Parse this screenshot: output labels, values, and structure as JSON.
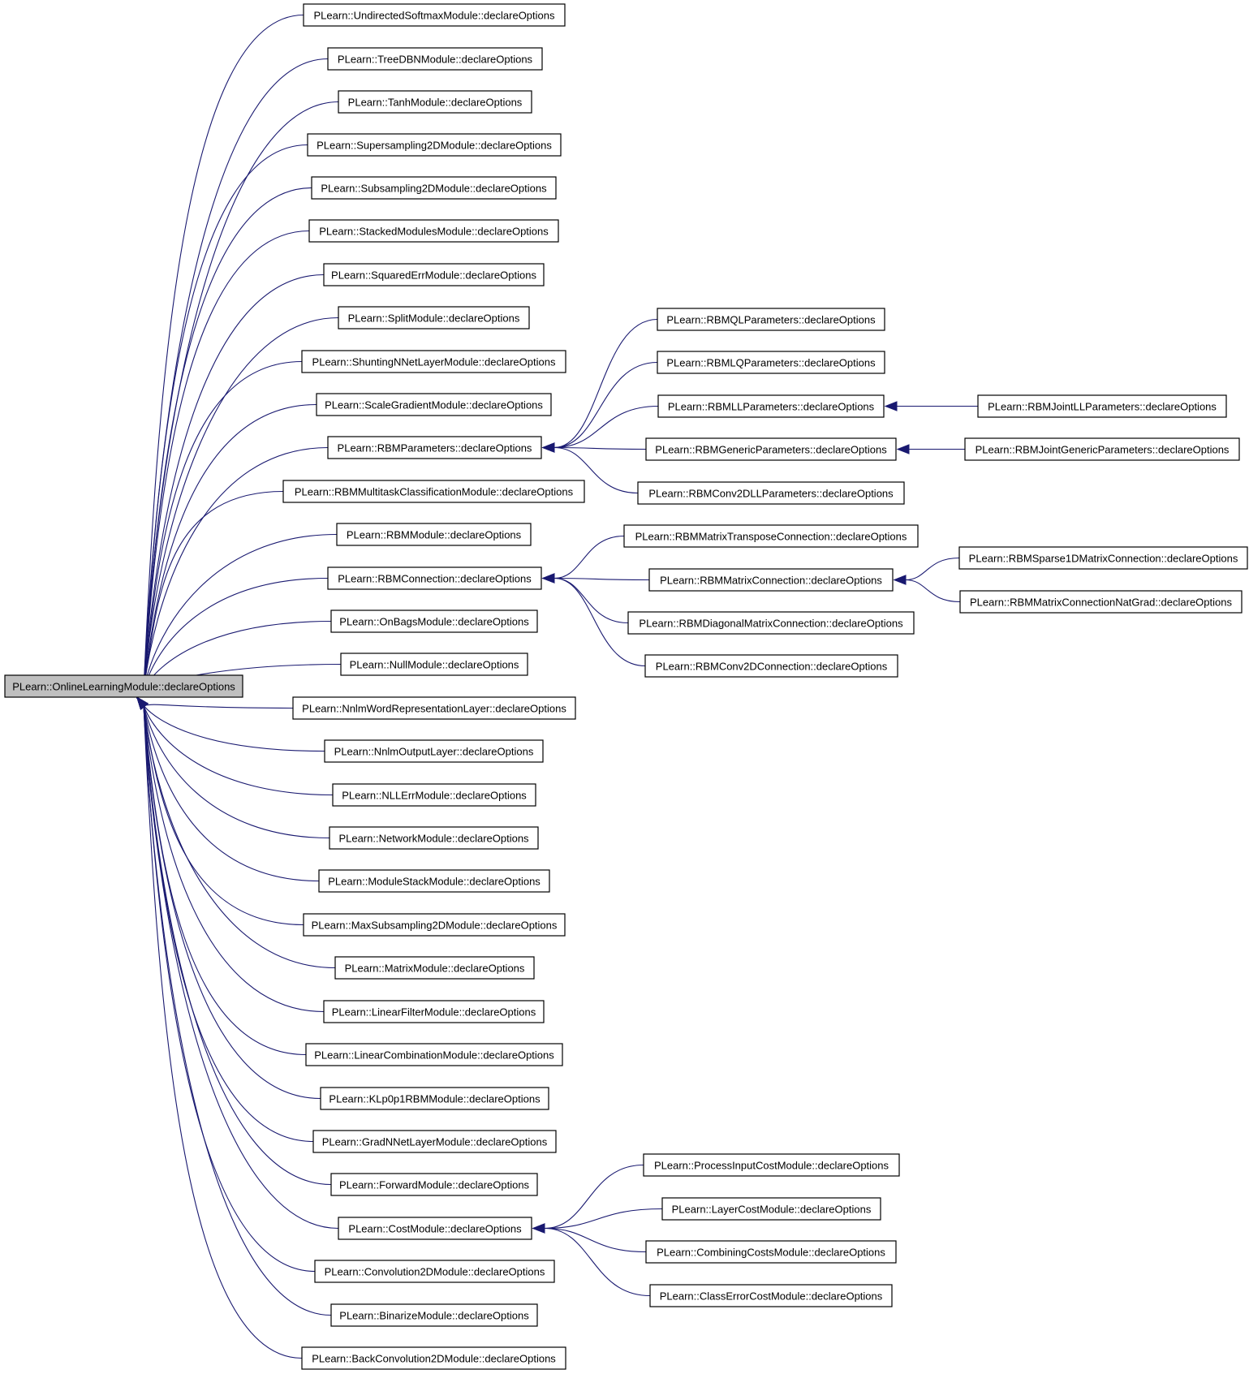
{
  "graph": {
    "root": "PLearn::OnlineLearningModule::declareOptions",
    "nodes": [
      {
        "id": "online",
        "label": "PLearn::OnlineLearningModule::declareOptions"
      },
      {
        "id": "undirected",
        "label": "PLearn::UndirectedSoftmaxModule::declareOptions"
      },
      {
        "id": "treedbn",
        "label": "PLearn::TreeDBNModule::declareOptions"
      },
      {
        "id": "tanh",
        "label": "PLearn::TanhModule::declareOptions"
      },
      {
        "id": "supersampling",
        "label": "PLearn::Supersampling2DModule::declareOptions"
      },
      {
        "id": "subsampling",
        "label": "PLearn::Subsampling2DModule::declareOptions"
      },
      {
        "id": "stacked",
        "label": "PLearn::StackedModulesModule::declareOptions"
      },
      {
        "id": "squarederr",
        "label": "PLearn::SquaredErrModule::declareOptions"
      },
      {
        "id": "split",
        "label": "PLearn::SplitModule::declareOptions"
      },
      {
        "id": "shunting",
        "label": "PLearn::ShuntingNNetLayerModule::declareOptions"
      },
      {
        "id": "scalegrad",
        "label": "PLearn::ScaleGradientModule::declareOptions"
      },
      {
        "id": "rbmparams",
        "label": "PLearn::RBMParameters::declareOptions"
      },
      {
        "id": "rbmmulti",
        "label": "PLearn::RBMMultitaskClassificationModule::declareOptions"
      },
      {
        "id": "rbmmodule",
        "label": "PLearn::RBMModule::declareOptions"
      },
      {
        "id": "rbmconn",
        "label": "PLearn::RBMConnection::declareOptions"
      },
      {
        "id": "onbags",
        "label": "PLearn::OnBagsModule::declareOptions"
      },
      {
        "id": "null",
        "label": "PLearn::NullModule::declareOptions"
      },
      {
        "id": "nnlmword",
        "label": "PLearn::NnlmWordRepresentationLayer::declareOptions"
      },
      {
        "id": "nnlmout",
        "label": "PLearn::NnlmOutputLayer::declareOptions"
      },
      {
        "id": "nllerr",
        "label": "PLearn::NLLErrModule::declareOptions"
      },
      {
        "id": "network",
        "label": "PLearn::NetworkModule::declareOptions"
      },
      {
        "id": "modulestack",
        "label": "PLearn::ModuleStackModule::declareOptions"
      },
      {
        "id": "maxsub",
        "label": "PLearn::MaxSubsampling2DModule::declareOptions"
      },
      {
        "id": "matrix",
        "label": "PLearn::MatrixModule::declareOptions"
      },
      {
        "id": "linfilter",
        "label": "PLearn::LinearFilterModule::declareOptions"
      },
      {
        "id": "lincomb",
        "label": "PLearn::LinearCombinationModule::declareOptions"
      },
      {
        "id": "klp0p1",
        "label": "PLearn::KLp0p1RBMModule::declareOptions"
      },
      {
        "id": "gradnnet",
        "label": "PLearn::GradNNetLayerModule::declareOptions"
      },
      {
        "id": "forward",
        "label": "PLearn::ForwardModule::declareOptions"
      },
      {
        "id": "cost",
        "label": "PLearn::CostModule::declareOptions"
      },
      {
        "id": "conv2d",
        "label": "PLearn::Convolution2DModule::declareOptions"
      },
      {
        "id": "binarize",
        "label": "PLearn::BinarizeModule::declareOptions"
      },
      {
        "id": "backconv",
        "label": "PLearn::BackConvolution2DModule::declareOptions"
      },
      {
        "id": "rbmql",
        "label": "PLearn::RBMQLParameters::declareOptions"
      },
      {
        "id": "rbmlq",
        "label": "PLearn::RBMLQParameters::declareOptions"
      },
      {
        "id": "rbmll",
        "label": "PLearn::RBMLLParameters::declareOptions"
      },
      {
        "id": "rbmgeneric",
        "label": "PLearn::RBMGenericParameters::declareOptions"
      },
      {
        "id": "rbmconv2dll",
        "label": "PLearn::RBMConv2DLLParameters::declareOptions"
      },
      {
        "id": "rbmjointll",
        "label": "PLearn::RBMJointLLParameters::declareOptions"
      },
      {
        "id": "rbmjointgeneric",
        "label": "PLearn::RBMJointGenericParameters::declareOptions"
      },
      {
        "id": "rbmmattrans",
        "label": "PLearn::RBMMatrixTransposeConnection::declareOptions"
      },
      {
        "id": "rbmmatconn",
        "label": "PLearn::RBMMatrixConnection::declareOptions"
      },
      {
        "id": "rbmdiag",
        "label": "PLearn::RBMDiagonalMatrixConnection::declareOptions"
      },
      {
        "id": "rbmconv2dconn",
        "label": "PLearn::RBMConv2DConnection::declareOptions"
      },
      {
        "id": "rbmsparse",
        "label": "PLearn::RBMSparse1DMatrixConnection::declareOptions"
      },
      {
        "id": "rbmnatgrad",
        "label": "PLearn::RBMMatrixConnectionNatGrad::declareOptions"
      },
      {
        "id": "processinput",
        "label": "PLearn::ProcessInputCostModule::declareOptions"
      },
      {
        "id": "layercost",
        "label": "PLearn::LayerCostModule::declareOptions"
      },
      {
        "id": "combining",
        "label": "PLearn::CombiningCostsModule::declareOptions"
      },
      {
        "id": "classerror",
        "label": "PLearn::ClassErrorCostModule::declareOptions"
      }
    ],
    "edges": [
      [
        "online",
        "undirected"
      ],
      [
        "online",
        "treedbn"
      ],
      [
        "online",
        "tanh"
      ],
      [
        "online",
        "supersampling"
      ],
      [
        "online",
        "subsampling"
      ],
      [
        "online",
        "stacked"
      ],
      [
        "online",
        "squarederr"
      ],
      [
        "online",
        "split"
      ],
      [
        "online",
        "shunting"
      ],
      [
        "online",
        "scalegrad"
      ],
      [
        "online",
        "rbmparams"
      ],
      [
        "online",
        "rbmmulti"
      ],
      [
        "online",
        "rbmmodule"
      ],
      [
        "online",
        "rbmconn"
      ],
      [
        "online",
        "onbags"
      ],
      [
        "online",
        "null"
      ],
      [
        "online",
        "nnlmword"
      ],
      [
        "online",
        "nnlmout"
      ],
      [
        "online",
        "nllerr"
      ],
      [
        "online",
        "network"
      ],
      [
        "online",
        "modulestack"
      ],
      [
        "online",
        "maxsub"
      ],
      [
        "online",
        "matrix"
      ],
      [
        "online",
        "linfilter"
      ],
      [
        "online",
        "lincomb"
      ],
      [
        "online",
        "klp0p1"
      ],
      [
        "online",
        "gradnnet"
      ],
      [
        "online",
        "forward"
      ],
      [
        "online",
        "cost"
      ],
      [
        "online",
        "conv2d"
      ],
      [
        "online",
        "binarize"
      ],
      [
        "online",
        "backconv"
      ],
      [
        "rbmparams",
        "rbmql"
      ],
      [
        "rbmparams",
        "rbmlq"
      ],
      [
        "rbmparams",
        "rbmll"
      ],
      [
        "rbmparams",
        "rbmgeneric"
      ],
      [
        "rbmparams",
        "rbmconv2dll"
      ],
      [
        "rbmll",
        "rbmjointll"
      ],
      [
        "rbmgeneric",
        "rbmjointgeneric"
      ],
      [
        "rbmconn",
        "rbmmattrans"
      ],
      [
        "rbmconn",
        "rbmmatconn"
      ],
      [
        "rbmconn",
        "rbmdiag"
      ],
      [
        "rbmconn",
        "rbmconv2dconn"
      ],
      [
        "rbmmatconn",
        "rbmsparse"
      ],
      [
        "rbmmatconn",
        "rbmnatgrad"
      ],
      [
        "cost",
        "processinput"
      ],
      [
        "cost",
        "layercost"
      ],
      [
        "cost",
        "combining"
      ],
      [
        "cost",
        "classerror"
      ]
    ],
    "colors": {
      "edge": "#191970",
      "root_fill": "#bfbfbf",
      "node_fill": "#ffffff",
      "border": "#000000"
    }
  }
}
